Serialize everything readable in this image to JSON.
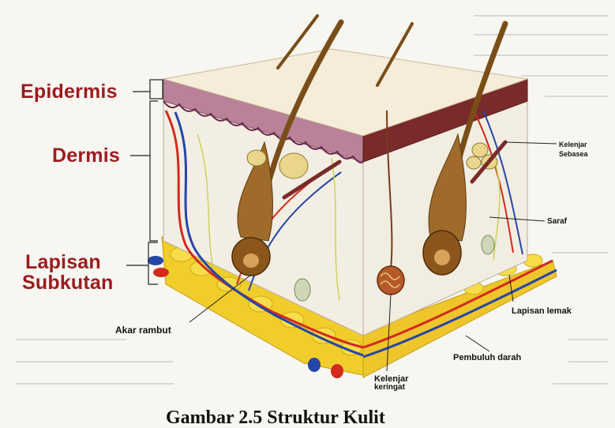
{
  "labels": {
    "epidermis": "Epidermis",
    "dermis": "Dermis",
    "lapisan_line1": "Lapisan",
    "lapisan_line2": "Subkutan",
    "kelenjar_sebasea": "Kelenjar Sebasea",
    "saraf": "Saraf",
    "lapisan_lemak": "Lapisan lemak",
    "pembuluh_darah": "Pembuluh darah",
    "akar_rambut": "Akar rambut",
    "kelenjar_keringat_line1": "Kelenjar",
    "kelenjar_keringat_line2": "keringat"
  },
  "caption": "Gambar 2.5 Struktur Kulit",
  "colors": {
    "label_red": "#9b1b1f",
    "epidermis": "#b9879b",
    "dermis": "#f4eee4",
    "fat": "#f2cf27",
    "artery": "#d22a1f",
    "vein": "#2345a8",
    "hair": "#8a5a1e"
  }
}
